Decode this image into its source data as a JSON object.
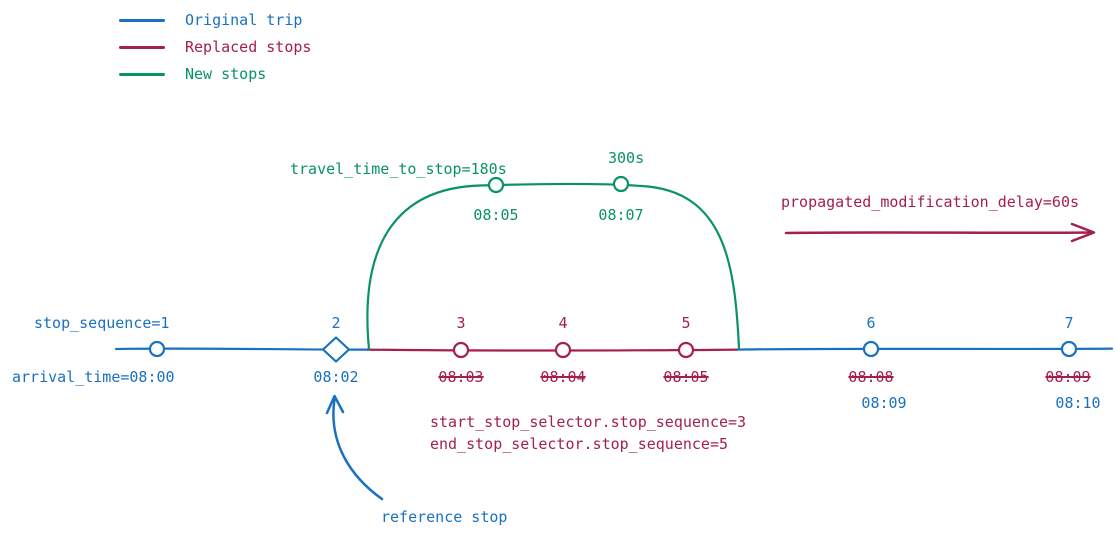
{
  "colors": {
    "blue": "#1971c2",
    "red": "#a61e4d",
    "green": "#099268"
  },
  "legend": {
    "items": [
      {
        "label": "Original trip"
      },
      {
        "label": "Replaced stops"
      },
      {
        "label": "New stops"
      }
    ]
  },
  "new_stops": {
    "travel_time_label": "travel_time_to_stop=180s",
    "second_travel_time_label": "300s",
    "first_new_stop_time": "08:05",
    "second_new_stop_time": "08:07"
  },
  "propagation": {
    "label": "propagated_modification_delay=60s"
  },
  "selectors": {
    "start": "start_stop_selector.stop_sequence=3",
    "end": "end_stop_selector.stop_sequence=5"
  },
  "reference": {
    "label": "reference stop"
  },
  "stops": [
    {
      "seq": "stop_sequence=1",
      "time": "arrival_time=08:00"
    },
    {
      "seq": "2",
      "time": "08:02"
    },
    {
      "seq": "3",
      "old_time": "08:03"
    },
    {
      "seq": "4",
      "old_time": "08:04"
    },
    {
      "seq": "5",
      "old_time": "08:05"
    },
    {
      "seq": "6",
      "old_time": "08:08",
      "new_time": "08:09"
    },
    {
      "seq": "7",
      "old_time": "08:09",
      "new_time": "08:10"
    }
  ]
}
